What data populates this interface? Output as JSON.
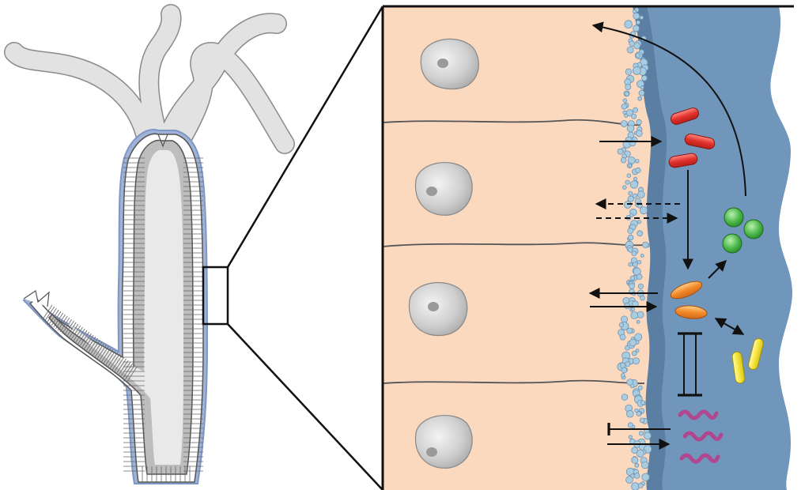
{
  "figure": {
    "left_panel": {
      "organism": "hydra-polyp",
      "ectoderm_color": "#ffffff",
      "endoderm_color": "#e6e6e6",
      "glycocalyx_color": "#9fb3d9",
      "tentacle_color": "#e2e2e2",
      "outline_color": "#555555"
    },
    "right_panel": {
      "epithelial_cell_color": "#fbd9bf",
      "mucus_layer_color": "#6f93b5",
      "mucus_dense_color": "#5b7fa3",
      "vesicle_color": "#a9cde0",
      "nucleus_color": "#c9c9c9",
      "cells": 4,
      "microbes": [
        {
          "kind": "rod",
          "color": "#e0322c",
          "count": 3
        },
        {
          "kind": "coccus",
          "color": "#49b549",
          "count": 3
        },
        {
          "kind": "oval",
          "color": "#f28a2a",
          "count": 2
        },
        {
          "kind": "rod",
          "color": "#f2e02c",
          "count": 2
        },
        {
          "kind": "squiggle",
          "color": "#b0478f",
          "count": 3
        }
      ],
      "arrow_color": "#111111"
    }
  }
}
